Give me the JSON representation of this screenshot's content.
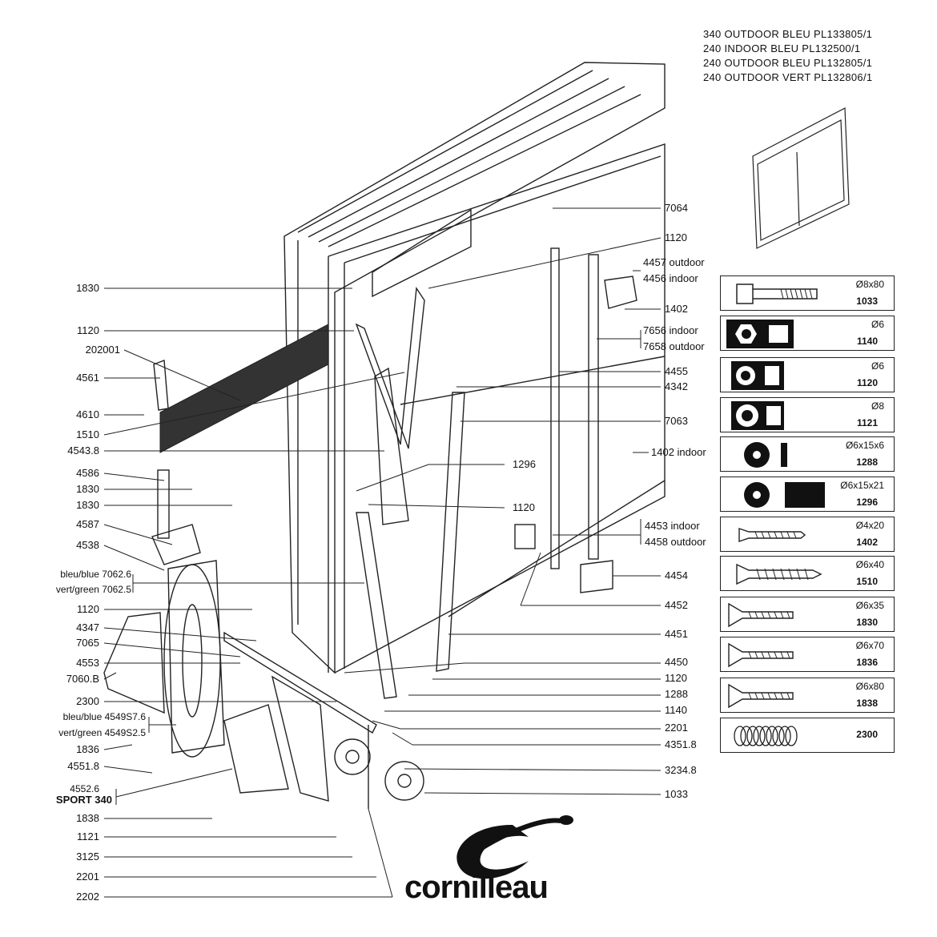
{
  "header_lines": [
    "340 OUTDOOR  BLEU  PL133805/1",
    "240 INDOOR  BLEU  PL132500/1",
    "240 OUTDOOR  BLEU  PL132805/1",
    "240 OUTDOOR  VERT  PL132806/1"
  ],
  "left_labels": {
    "l1830a": "1830",
    "l1120a": "1120",
    "l202001": "202001",
    "l4561": "4561",
    "l4610": "4610",
    "l1510": "1510",
    "l45438": "4543.8",
    "l4586": "4586",
    "l1830b": "1830",
    "l1830c": "1830",
    "l4587": "4587",
    "l4538": "4538",
    "l7062_6": "bleu/blue 7062.6",
    "l7062_5": "vert/green 7062.5",
    "l1120b": "1120",
    "l4347": "4347",
    "l7065": "7065",
    "l4553": "4553",
    "l7060b": "7060.B",
    "l2300": "2300",
    "l4549s76": "bleu/blue 4549S7.6",
    "l4549s25": "vert/green 4549S2.5",
    "l1836": "1836",
    "l45518": "4551.8",
    "l45526": "4552.6",
    "lsport340": "SPORT 340",
    "l1838": "1838",
    "l1121": "1121",
    "l3125": "3125",
    "l2201b": "2201",
    "l2202": "2202"
  },
  "right_labels": {
    "r7064": "7064",
    "r1120a": "1120",
    "r4457": "4457 outdoor",
    "r4456": "4456 indoor",
    "r1402": "1402",
    "r7656": "7656 indoor",
    "r7658": "7658 outdoor",
    "r4455": "4455",
    "r4342": "4342",
    "r7063": "7063",
    "r1402in": "1402 indoor",
    "r1296": "1296",
    "r1120b": "1120",
    "r4453": "4453 indoor",
    "r4458": "4458 outdoor",
    "r4454": "4454",
    "r4452": "4452",
    "r4451": "4451",
    "r4450": "4450",
    "r1120c": "1120",
    "r1288": "1288",
    "r1140": "1140",
    "r2201": "2201",
    "r43518": "4351.8",
    "r32348": "3234.8",
    "r1033": "1033"
  },
  "hardware": [
    {
      "size": "Ø8x80",
      "code": "1033",
      "icon": "hex-bolt-icon"
    },
    {
      "size": "Ø6",
      "code": "1140",
      "icon": "lock-nut-icon"
    },
    {
      "size": "Ø6",
      "code": "1120",
      "icon": "nut-icon"
    },
    {
      "size": "Ø8",
      "code": "1121",
      "icon": "nut-icon"
    },
    {
      "size": "Ø6x15x6",
      "code": "1288",
      "icon": "washer-icon"
    },
    {
      "size": "Ø6x15x21",
      "code": "1296",
      "icon": "spacer-icon"
    },
    {
      "size": "Ø4x20",
      "code": "1402",
      "icon": "screw-icon"
    },
    {
      "size": "Ø6x40",
      "code": "1510",
      "icon": "wood-screw-icon"
    },
    {
      "size": "Ø6x35",
      "code": "1830",
      "icon": "countersunk-screw-icon"
    },
    {
      "size": "Ø6x70",
      "code": "1836",
      "icon": "countersunk-screw-icon"
    },
    {
      "size": "Ø6x80",
      "code": "1838",
      "icon": "countersunk-screw-icon"
    },
    {
      "size": "",
      "code": "2300",
      "icon": "spring-icon"
    }
  ],
  "brand": "cornilleau"
}
